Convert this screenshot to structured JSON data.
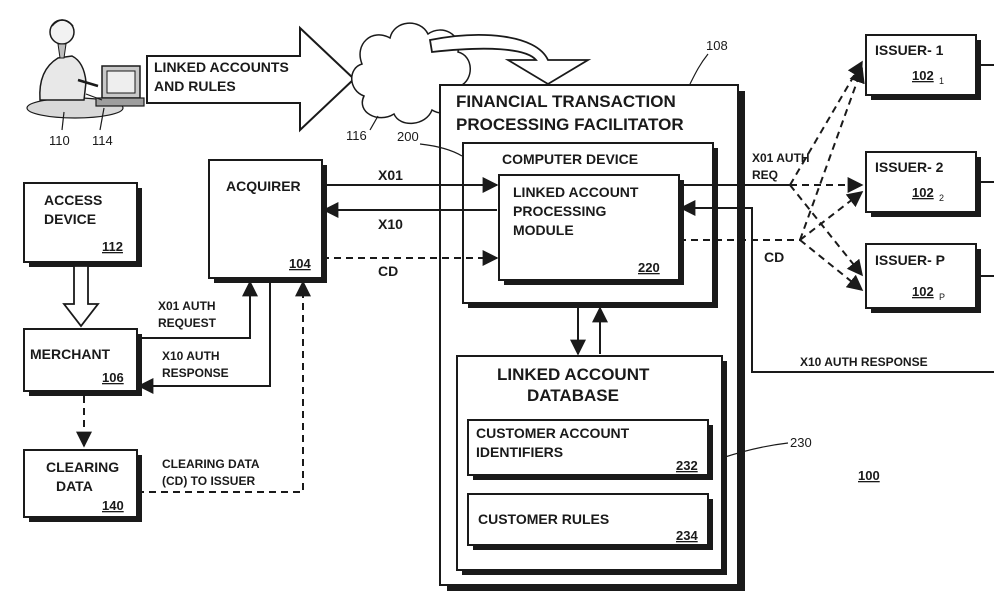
{
  "nodes": {
    "access_device": {
      "line1": "ACCESS",
      "line2": "DEVICE",
      "ref": "112"
    },
    "merchant": {
      "label": "MERCHANT",
      "ref": "106"
    },
    "clearing_data": {
      "line1": "CLEARING",
      "line2": "DATA",
      "ref": "140"
    },
    "acquirer": {
      "label": "ACQUIRER",
      "ref": "104"
    },
    "facilitator": {
      "line1": "FINANCIAL TRANSACTION",
      "line2": "PROCESSING FACILITATOR"
    },
    "computer_device": {
      "label": "COMPUTER DEVICE"
    },
    "processing_module": {
      "line1": "LINKED ACCOUNT",
      "line2": "PROCESSING",
      "line3": "MODULE",
      "ref": "220"
    },
    "database": {
      "line1": "LINKED ACCOUNT",
      "line2": "DATABASE"
    },
    "customer_identifiers": {
      "line1": "CUSTOMER ACCOUNT",
      "line2": "IDENTIFIERS",
      "ref": "232"
    },
    "customer_rules": {
      "label": "CUSTOMER RULES",
      "ref": "234"
    },
    "issuer1": {
      "label": "ISSUER- 1",
      "ref": "102",
      "sub": "1"
    },
    "issuer2": {
      "label": "ISSUER- 2",
      "ref": "102",
      "sub": "2"
    },
    "issuerp": {
      "label": "ISSUER- P",
      "ref": "102",
      "sub": "P"
    }
  },
  "arrows": {
    "linked_accounts_line1": "LINKED ACCOUNTS",
    "linked_accounts_line2": "AND RULES",
    "x01": "X01",
    "x10": "X10",
    "cd": "CD",
    "x01_auth_req_line1": "X01 AUTH",
    "x01_auth_req_line2": "REQ",
    "cd_right": "CD",
    "x10_auth_response": "X10 AUTH RESPONSE",
    "x01_auth_request_line1": "X01 AUTH",
    "x01_auth_request_line2": "REQUEST",
    "x10_auth_response_line1": "X10 AUTH",
    "x10_auth_response_line2": "RESPONSE",
    "clearing_line1": "CLEARING DATA",
    "clearing_line2": "(CD) TO ISSUER"
  },
  "refs": {
    "user": "110",
    "computer": "114",
    "network": "116",
    "facilitator": "108",
    "computer_device": "200",
    "database": "230",
    "system": "100"
  },
  "icons": {
    "user_at_computer": "person-at-computer-icon",
    "network_cloud": "cloud-icon"
  }
}
